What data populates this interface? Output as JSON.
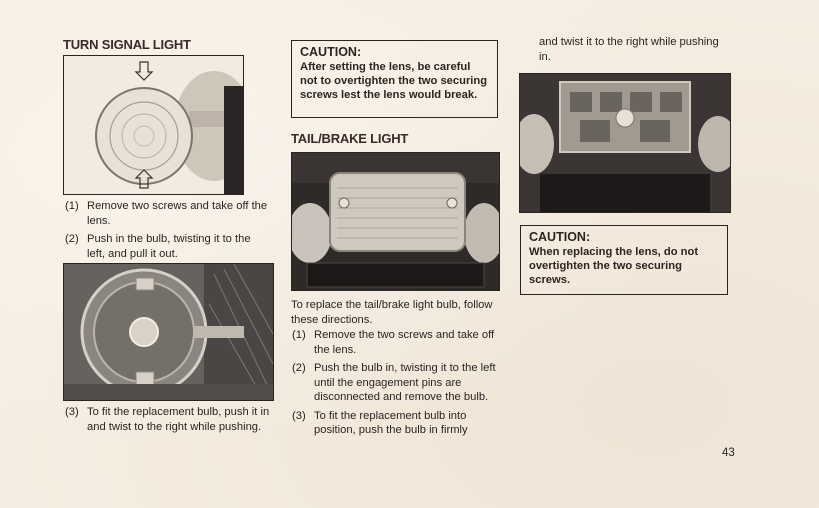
{
  "left": {
    "heading": "TURN SIGNAL LIGHT",
    "steps_a": [
      {
        "num": "(1)",
        "text": "Remove two screws and take off the lens."
      },
      {
        "num": "(2)",
        "text": "Push in the bulb, twisting it to the left, and pull it out."
      }
    ],
    "steps_b": [
      {
        "num": "(3)",
        "text": "To fit the replacement bulb, push it in and twist to the right while pushing."
      }
    ]
  },
  "middle": {
    "caution": {
      "title": "CAUTION:",
      "body": "After setting the lens, be careful not to overtighten the two securing screws lest the lens would break."
    },
    "heading": "TAIL/BRAKE LIGHT",
    "intro": "To replace the tail/brake light bulb, follow these directions.",
    "steps": [
      {
        "num": "(1)",
        "text": "Remove the two screws and take off the lens."
      },
      {
        "num": "(2)",
        "text": "Push the bulb in, twisting it to the left until the engagement pins are disconnected and remove the bulb."
      },
      {
        "num": "(3)",
        "text": "To fit the replacement bulb into position, push the bulb in firmly"
      }
    ]
  },
  "right": {
    "continuation": "and twist it to the right while pushing in.",
    "caution": {
      "title": "CAUTION:",
      "body": "When replacing the lens, do not overtighten the two securing screws."
    }
  },
  "page_number": "43"
}
